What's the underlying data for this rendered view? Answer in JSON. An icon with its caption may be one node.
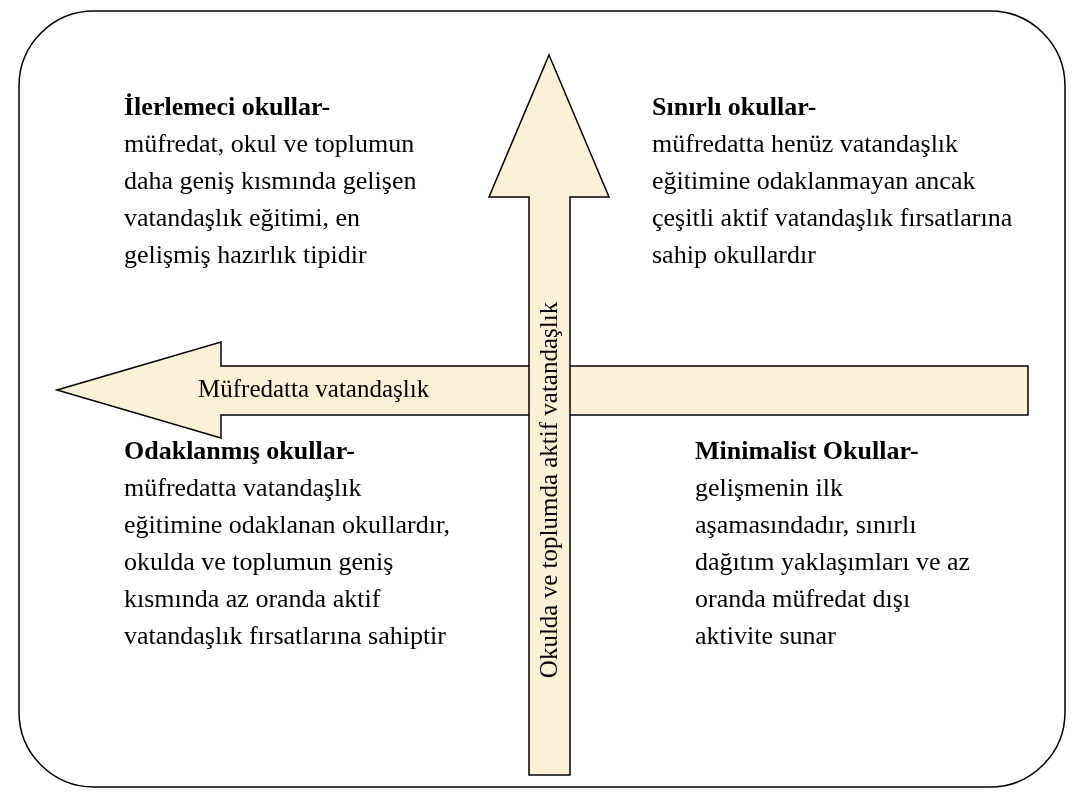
{
  "diagram": {
    "nodes": [
      {
        "text": [],
        "shape": "box"
      },
      {
        "text": [
          "Müfredatta vatandaşlık"
        ],
        "in": 0
      },
      {
        "text": [
          "Okulda ve toplumda aktif vatandaşlık"
        ],
        "in": 0
      }
    ],
    "labels": [
      "İlerlemeci okullar-",
      "müfredat, okul ve toplumun daha geniş kısmında gelişen vatandaşlık eğitimi, en gelişmiş hazırlık tipidir",
      "Sınırlı okullar-",
      "müfredatta henüz vatandaşlık eğitimine odaklanmayan ancak çeşitli aktif vatandaşlık fırsatlarına sahip okullardır",
      "Odaklanmış okullar-",
      "müfredatta vatandaşlık eğitimine odaklanan okullardır, okulda ve toplumun geniş kısmında az oranda aktif vatandaşlık fırsatlarına sahiptir",
      "Minimalist Okullar-",
      "gelişmenin ilk aşamasındadır, sınırlı dağıtım yaklaşımları ve az oranda müfredat dışı aktivite sunar"
    ]
  }
}
